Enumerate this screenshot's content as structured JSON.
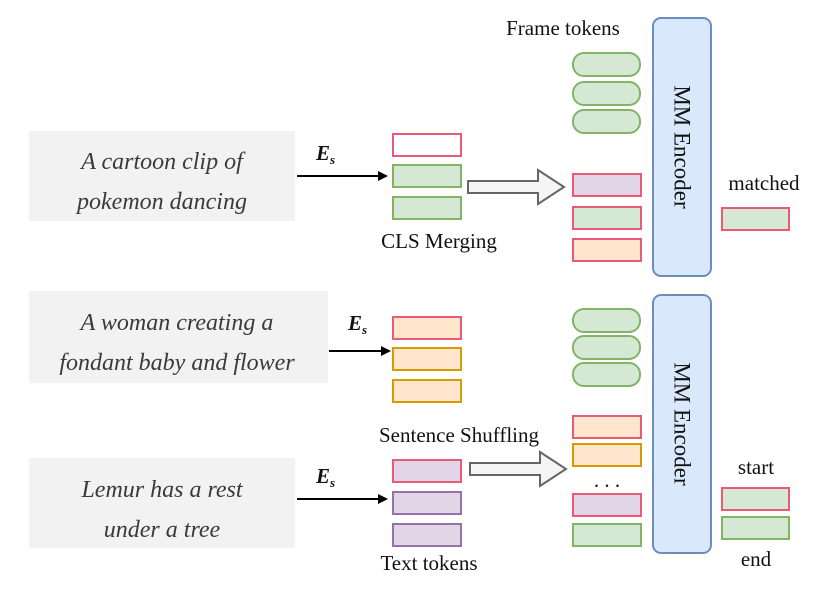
{
  "captions": {
    "caption_1_line_1": "A cartoon clip of",
    "caption_1_line_2": "pokemon dancing",
    "caption_2_line_1": "A woman creating a",
    "caption_2_line_2": "fondant baby and flower",
    "caption_3_line_1": "Lemur has a rest",
    "caption_3_line_2": "under a tree"
  },
  "labels": {
    "frame_tokens": "Frame tokens",
    "cls_merging": "CLS Merging",
    "sentence_shuffling": "Sentence Shuffling",
    "text_tokens": "Text tokens",
    "matched": "matched",
    "start": "start",
    "end": "end",
    "ellipsis": ". . ."
  },
  "encoders": {
    "top_label": "MM Encoder",
    "bottom_label": "MM Encoder"
  },
  "encoder_symbol": {
    "base": "E",
    "subscript": "s"
  },
  "colors": {
    "caption_bg": "#f2f2f2",
    "encoder_fill": "#dae8fc",
    "encoder_stroke": "#6c8ebf",
    "green_fill": "#d5e8d4",
    "green_stroke": "#82b366",
    "red_stroke": "#e85a78",
    "orange_fill": "#ffe6cc",
    "orange_stroke": "#d79b00",
    "purple_fill": "#e1d5e7",
    "purple_stroke": "#9673a6",
    "arrow_fill": "#f5f5f5",
    "arrow_stroke": "#666666"
  }
}
